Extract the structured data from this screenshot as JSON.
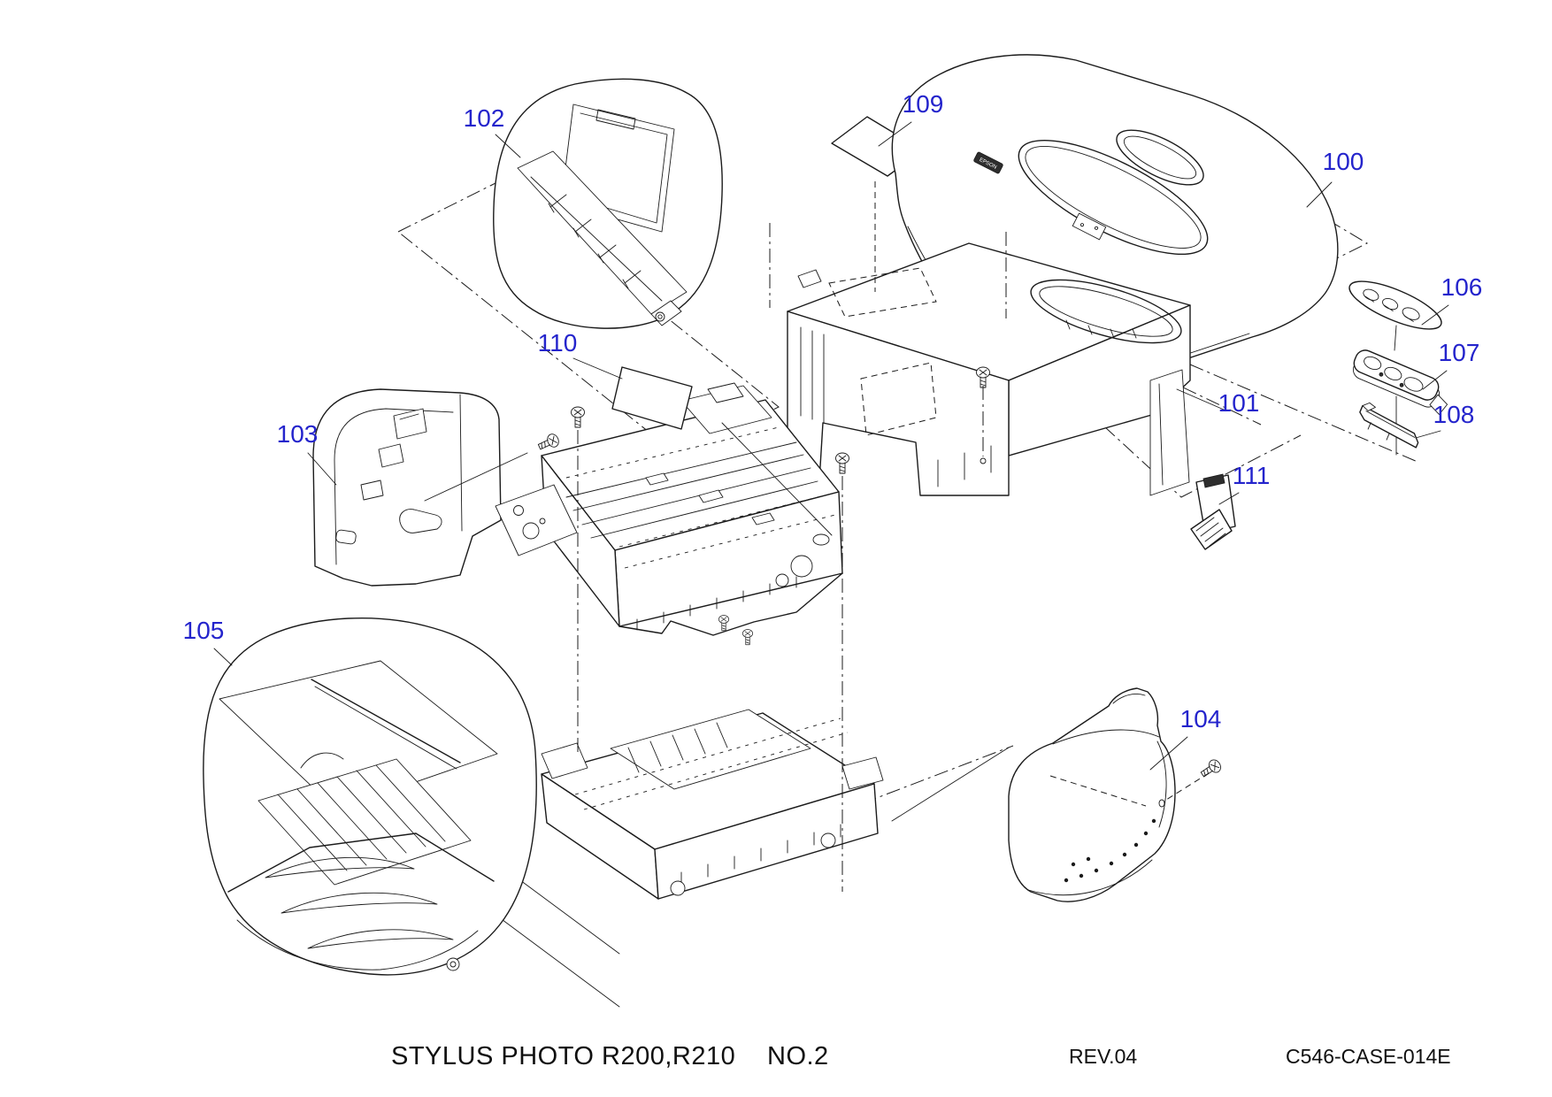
{
  "title_block": {
    "model_title": "STYLUS PHOTO R200,R210",
    "sheet_number": "NO.2",
    "revision": "REV.04",
    "document_code": "C546-CASE-014E"
  },
  "labels": [
    {
      "text": "100"
    },
    {
      "text": "101"
    },
    {
      "text": "102"
    },
    {
      "text": "103"
    },
    {
      "text": "104"
    },
    {
      "text": "105"
    },
    {
      "text": "106"
    },
    {
      "text": "107"
    },
    {
      "text": "108"
    },
    {
      "text": "109"
    },
    {
      "text": "110"
    },
    {
      "text": "111"
    }
  ],
  "logo_text": "EPSON",
  "colors": {
    "label_blue": "#2424cc",
    "line_black": "#1b1b1b",
    "background": "#ffffff"
  }
}
